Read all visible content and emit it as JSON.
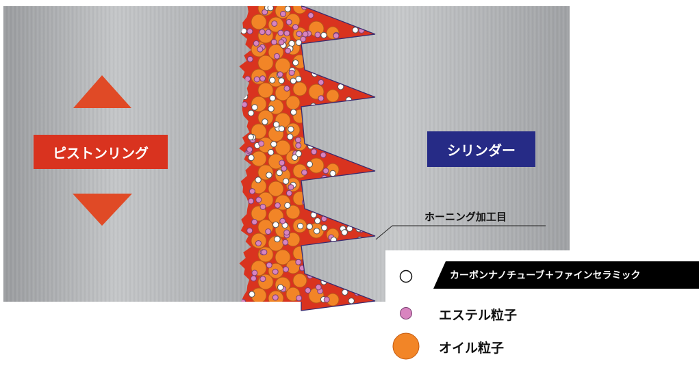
{
  "labels": {
    "piston": "ピストンリング",
    "cylinder": "シリンダー",
    "honing": "ホーニング加工目"
  },
  "legend": {
    "items": [
      {
        "label": "カーボンナノチューブ＋ファインセラミック",
        "color": "#ffffff"
      },
      {
        "label": "エステル粒子",
        "color": "#d884bf"
      },
      {
        "label": "オイル粒子",
        "color": "#f28527"
      }
    ]
  },
  "colors": {
    "piston": "#d9331f",
    "cylinder": "#262b86",
    "oil": "#f28527",
    "ester": "#d884bf",
    "carbon": "#ffffff",
    "metal": "#a9abae"
  }
}
